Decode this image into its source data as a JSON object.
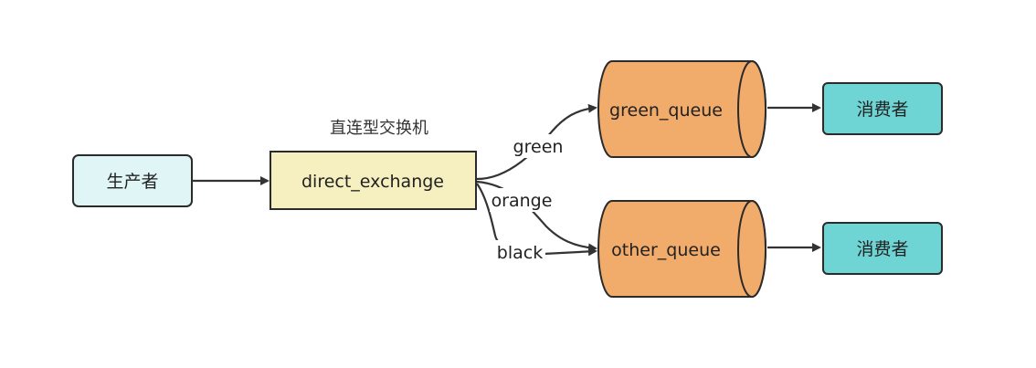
{
  "nodes": {
    "producer": {
      "label": "生产者"
    },
    "exchange": {
      "label": "direct_exchange",
      "caption": "直连型交换机"
    },
    "green_queue": {
      "label": "green_queue"
    },
    "other_queue": {
      "label": "other_queue"
    },
    "consumer_top": {
      "label": "消费者"
    },
    "consumer_bottom": {
      "label": "消费者"
    }
  },
  "edges": {
    "green": "green",
    "orange": "orange",
    "black": "black"
  },
  "colors": {
    "producer_fill": "#dff5f6",
    "exchange_fill": "#f6efc0",
    "queue_fill": "#f1ab6a",
    "consumer_fill": "#6ed4d4",
    "stroke": "#2b2b2b"
  }
}
